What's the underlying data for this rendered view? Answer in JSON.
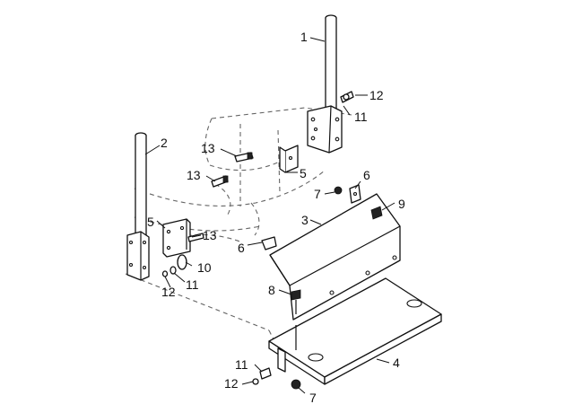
{
  "callouts": [
    {
      "id": "c1",
      "text": "1"
    },
    {
      "id": "c2",
      "text": "2"
    },
    {
      "id": "c3",
      "text": "3"
    },
    {
      "id": "c4",
      "text": "4"
    },
    {
      "id": "c5a",
      "text": "5"
    },
    {
      "id": "c5b",
      "text": "5"
    },
    {
      "id": "c6a",
      "text": "6"
    },
    {
      "id": "c6b",
      "text": "6"
    },
    {
      "id": "c7a",
      "text": "7"
    },
    {
      "id": "c7b",
      "text": "7"
    },
    {
      "id": "c8",
      "text": "8"
    },
    {
      "id": "c9",
      "text": "9"
    },
    {
      "id": "c10",
      "text": "10"
    },
    {
      "id": "c11a",
      "text": "11"
    },
    {
      "id": "c11b",
      "text": "11"
    },
    {
      "id": "c11c",
      "text": "11"
    },
    {
      "id": "c12a",
      "text": "12"
    },
    {
      "id": "c12b",
      "text": "12"
    },
    {
      "id": "c12c",
      "text": "12"
    },
    {
      "id": "c13a",
      "text": "13"
    },
    {
      "id": "c13b",
      "text": "13"
    },
    {
      "id": "c13c",
      "text": "13"
    }
  ]
}
